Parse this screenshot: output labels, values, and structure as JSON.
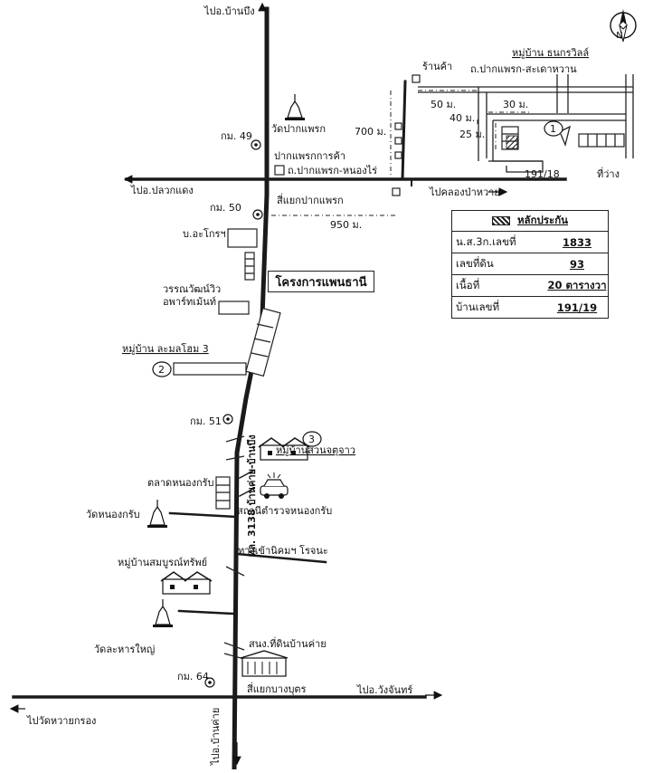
{
  "map": {
    "directions": {
      "north": "ไปอ.บ้านบึง",
      "west": "ไปอ.ปลวกแดง",
      "east_road": "ไปคลองป่าหวาย",
      "east_bottom": "ไปอ.วังจันทร์",
      "west_bottom": "ไปวัดหวายกรอง",
      "south": "ไปอ.บ้านค่าย"
    },
    "compass": "N",
    "road_labels": {
      "pakphraek_nongrai": "ถ.ปากแพรก-หนองไร่",
      "pakphraek_sadao": "ถ.ปากแพรก-สะเดาหวาน",
      "route_3138": "ทล. 3138 บ้านค่าย-บ้านบึง",
      "nikhom_entrance": "ทางเข้านิคมฯ โรจนะ"
    },
    "junctions": {
      "pakphraek": "สี่แยกปากแพรก",
      "bangbut": "สี่แยกบางบุตร"
    },
    "km_markers": [
      "กม. 49",
      "กม. 50",
      "กม. 51",
      "กม. 64"
    ],
    "places": {
      "wat_pakphraek": "วัดปากแพรก",
      "pakphraek_market": "ปากแพรกการค้า",
      "or_kor_ror": "บ.อะโกรฯ",
      "wannawat": "วรรณวัฒน์วิว",
      "apartment": "อพาร์ทเม้นท์",
      "lamlom_village": "หมู่บ้าน ละมลโฮม 3",
      "suan_jatujak": "หมู่บ้านสวนจตุจาว",
      "nongkrap_market": "ตลาดหนองกรับ",
      "wat_nongkrap": "วัดหนองกรับ",
      "police": "สถานีตำรวจหนองกรับ",
      "sombun_village": "หมู่บ้านสมบูรณ์ทรัพย์",
      "wat_lahan": "วัดละหารใหญ่",
      "land_office": "สนง.ที่ดินบ้านค่าย",
      "shop": "ร้านค้า",
      "thanakorn_village": "หมู่บ้าน ธนกรวิลล์",
      "plot_no": "191/18",
      "vacant": "ที่ว่าง"
    },
    "distances": [
      "700 ม.",
      "950 ม.",
      "50 ม.",
      "30 ม.",
      "40 ม.",
      "25 ม."
    ],
    "project": "โครงการแพนธานี",
    "markers": [
      "1",
      "2",
      "3"
    ]
  },
  "legend": {
    "title": "หลักประกัน",
    "rows": [
      {
        "key": "น.ส.3ก.เลขที่",
        "value": "1833"
      },
      {
        "key": "เลขที่ดิน",
        "value": "93"
      },
      {
        "key": "เนื้อที่",
        "value": "20   ตารางวา"
      },
      {
        "key": "บ้านเลขที่",
        "value": "191/19"
      }
    ]
  }
}
